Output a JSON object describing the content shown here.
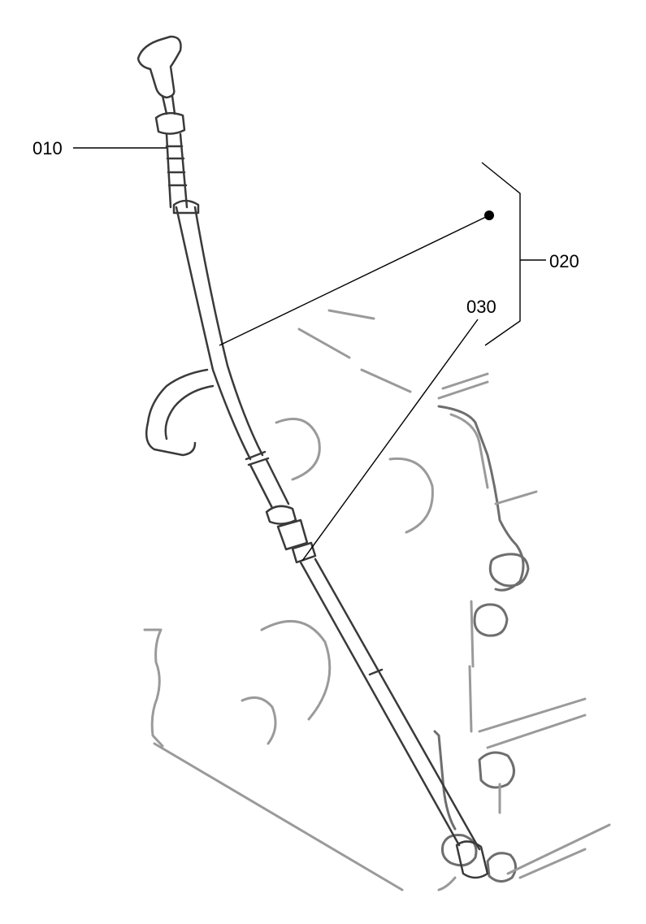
{
  "labels": {
    "dipstick": "010",
    "tube_assembly": "020",
    "tube_lower": "030"
  },
  "colors": {
    "ink": "#000000",
    "engine_outline": "#9a9a9a",
    "tube_outline": "#3a3a3a"
  }
}
